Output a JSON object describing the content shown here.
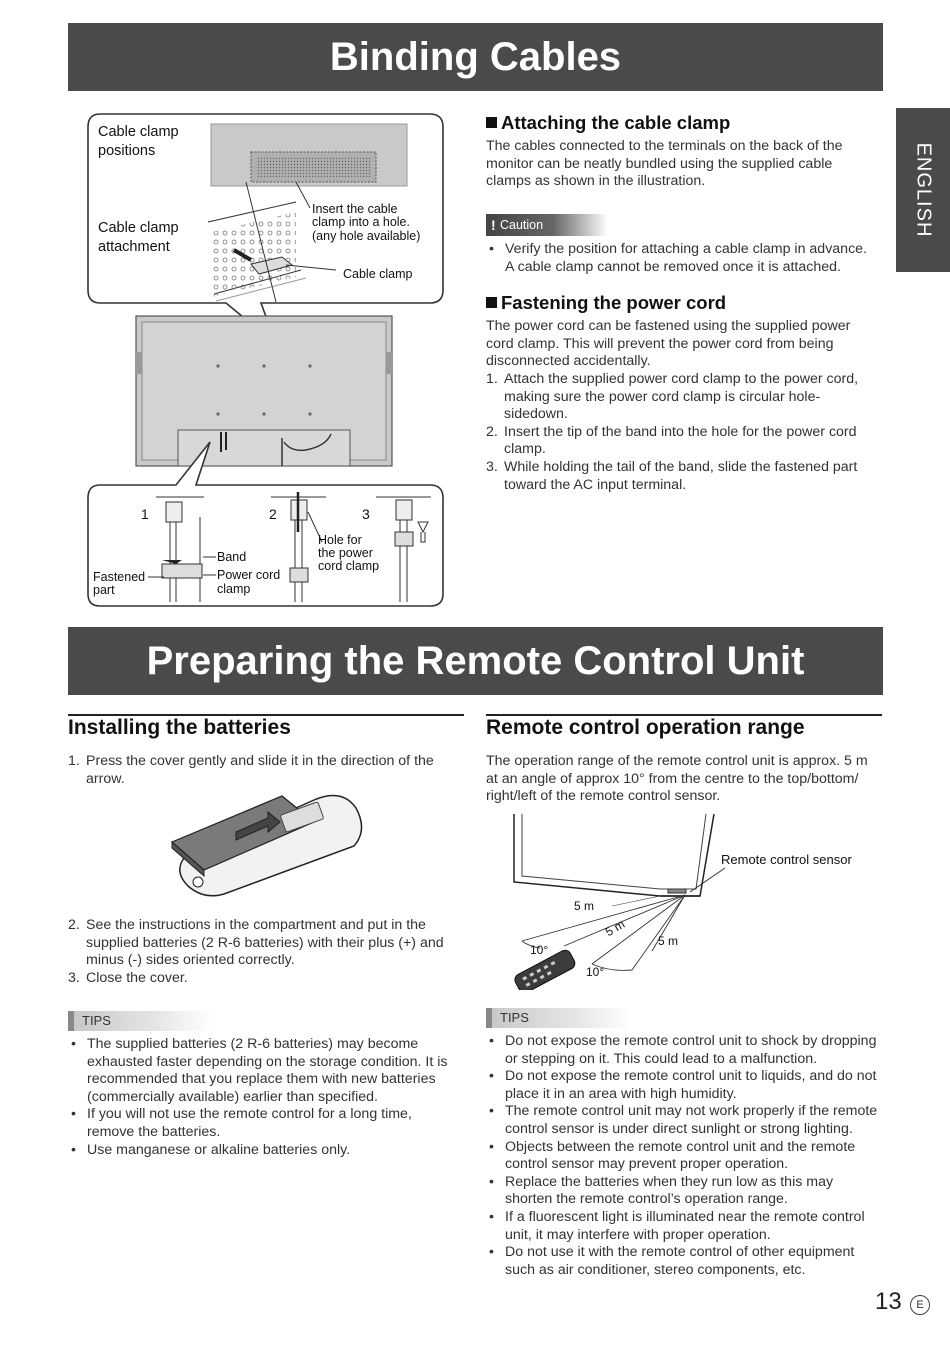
{
  "page": {
    "title": "Binding Cables",
    "section2_title": "Preparing the Remote Control Unit",
    "language_tab": "ENGLISH",
    "page_number": "13",
    "page_suffix": "E"
  },
  "binding": {
    "figure": {
      "positions_label_1": "Cable clamp",
      "positions_label_2": "positions",
      "attachment_label_1": "Cable clamp",
      "attachment_label_2": "attachment",
      "insert_1": "Insert the cable",
      "insert_2": "clamp into a hole.",
      "insert_3": "(any hole available)",
      "cable_clamp": "Cable clamp",
      "step1": "1",
      "step2": "2",
      "step3": "3",
      "band": "Band",
      "power_cord_clamp_1": "Power cord",
      "power_cord_clamp_2": "clamp",
      "fastened_1": "Fastened",
      "fastened_2": "part",
      "hole_1": "Hole for",
      "hole_2": "the power",
      "hole_3": "cord clamp"
    },
    "attaching": {
      "heading": "Attaching the cable clamp",
      "body": "The cables connected to the terminals on the back of the monitor can be neatly bundled using the supplied cable clamps as shown in the illustration.",
      "caution_label": "Caution",
      "caution_text": "Verify the position for attaching a cable clamp in advance. A cable clamp cannot be removed once it is attached."
    },
    "fastening": {
      "heading": "Fastening the power cord",
      "body": "The power cord can be fastened using the supplied power cord clamp. This will prevent the power cord from being disconnected accidentally.",
      "steps": [
        {
          "n": "1.",
          "text": "Attach the supplied power cord clamp to the power cord, making sure the power cord clamp is circular hole-sidedown."
        },
        {
          "n": "2.",
          "text": "Insert the tip of the band into the hole for the power cord clamp."
        },
        {
          "n": "3.",
          "text": "While holding the tail of the band, slide the fastened part toward the AC input terminal."
        }
      ]
    }
  },
  "batteries": {
    "heading": "Installing the batteries",
    "steps": [
      {
        "n": "1.",
        "text": "Press the cover gently and slide it in the direction of the arrow."
      },
      {
        "n": "2.",
        "text": "See the instructions in the compartment and put in the supplied batteries (2 R-6 batteries) with their plus (+) and minus (-) sides oriented correctly."
      },
      {
        "n": "3.",
        "text": "Close the cover."
      }
    ],
    "tips_label": "TIPS",
    "tips": [
      "The supplied batteries (2 R-6 batteries) may become exhausted faster depending on the storage condition. It is recommended that you replace them with new batteries (commercially available) earlier than specified.",
      "If you will not use the remote control for a long time, remove the batteries.",
      "Use manganese or alkaline batteries only."
    ]
  },
  "range": {
    "heading": "Remote control operation range",
    "body": "The operation range of the remote control unit is approx. 5 m at an angle of approx 10° from the centre to the top/bottom/ right/left of the remote control sensor.",
    "figure": {
      "sensor_label": "Remote control sensor",
      "d1": "5 m",
      "d2": "5 m",
      "d3": "5 m",
      "a1": "10°",
      "a2": "10°"
    },
    "tips_label": "TIPS",
    "tips": [
      "Do not expose the remote control unit to shock by dropping or stepping on it. This could lead to a malfunction.",
      "Do not expose the remote control unit to liquids, and do not place it in an area with high humidity.",
      "The remote control unit may not work properly if the remote control sensor is under direct sunlight or strong lighting.",
      "Objects between the remote control unit and the remote control sensor may prevent proper operation.",
      "Replace the batteries when they run low as this may shorten the remote control’s operation range.",
      "If a fluorescent light is illuminated near the remote control unit, it may interfere with proper operation.",
      "Do not use it with the remote control of other equipment such as air conditioner, stereo components, etc."
    ]
  }
}
